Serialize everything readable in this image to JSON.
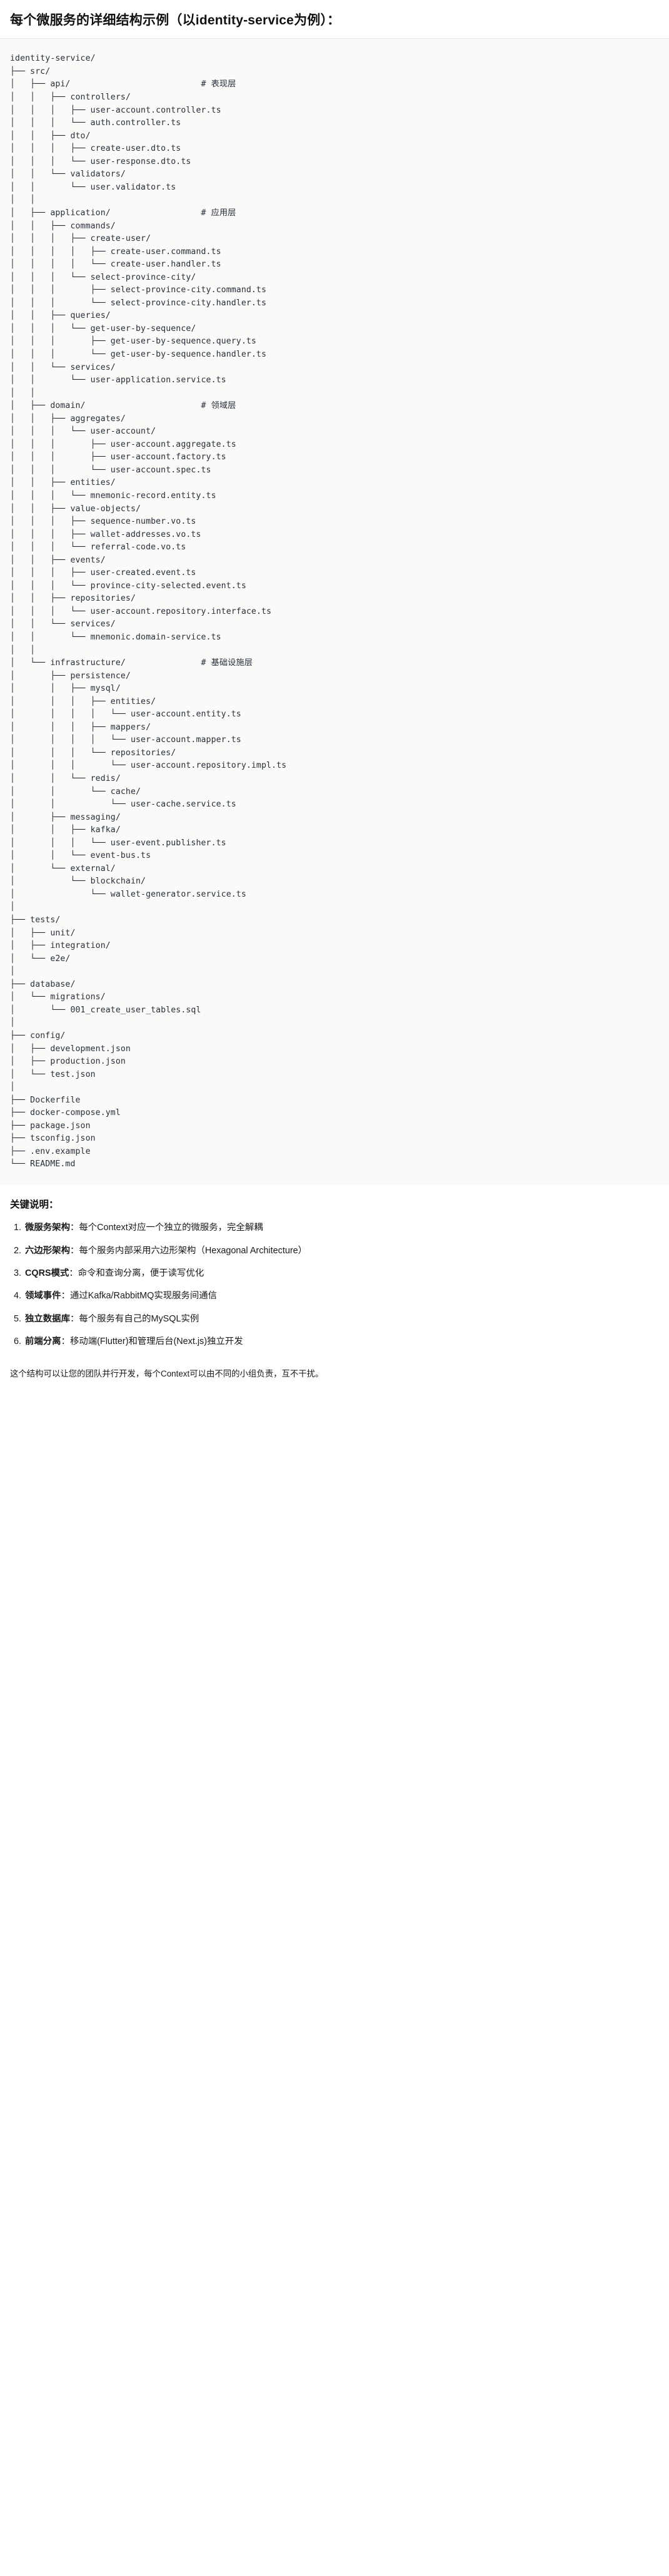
{
  "heading": {
    "text": "每个微服务的详细结构示例（以identity-service为例）："
  },
  "colors": {
    "code_background": "#fafaf8",
    "code_text": "#27303a",
    "page_background": "#ffffff",
    "divider": "#e3e3e0",
    "heading_text": "#111111"
  },
  "tree": {
    "root": "identity-service/",
    "lines": [
      "identity-service/",
      "├── src/",
      "│   ├── api/                          # 表现层",
      "│   │   ├── controllers/",
      "│   │   │   ├── user-account.controller.ts",
      "│   │   │   └── auth.controller.ts",
      "│   │   ├── dto/",
      "│   │   │   ├── create-user.dto.ts",
      "│   │   │   └── user-response.dto.ts",
      "│   │   └── validators/",
      "│   │       └── user.validator.ts",
      "│   │",
      "│   ├── application/                  # 应用层",
      "│   │   ├── commands/",
      "│   │   │   ├── create-user/",
      "│   │   │   │   ├── create-user.command.ts",
      "│   │   │   │   └── create-user.handler.ts",
      "│   │   │   └── select-province-city/",
      "│   │   │       ├── select-province-city.command.ts",
      "│   │   │       └── select-province-city.handler.ts",
      "│   │   ├── queries/",
      "│   │   │   └── get-user-by-sequence/",
      "│   │   │       ├── get-user-by-sequence.query.ts",
      "│   │   │       └── get-user-by-sequence.handler.ts",
      "│   │   └── services/",
      "│   │       └── user-application.service.ts",
      "│   │",
      "│   ├── domain/                       # 领域层",
      "│   │   ├── aggregates/",
      "│   │   │   └── user-account/",
      "│   │   │       ├── user-account.aggregate.ts",
      "│   │   │       ├── user-account.factory.ts",
      "│   │   │       └── user-account.spec.ts",
      "│   │   ├── entities/",
      "│   │   │   └── mnemonic-record.entity.ts",
      "│   │   ├── value-objects/",
      "│   │   │   ├── sequence-number.vo.ts",
      "│   │   │   ├── wallet-addresses.vo.ts",
      "│   │   │   └── referral-code.vo.ts",
      "│   │   ├── events/",
      "│   │   │   ├── user-created.event.ts",
      "│   │   │   └── province-city-selected.event.ts",
      "│   │   ├── repositories/",
      "│   │   │   └── user-account.repository.interface.ts",
      "│   │   └── services/",
      "│   │       └── mnemonic.domain-service.ts",
      "│   │",
      "│   └── infrastructure/               # 基础设施层",
      "│       ├── persistence/",
      "│       │   ├── mysql/",
      "│       │   │   ├── entities/",
      "│       │   │   │   └── user-account.entity.ts",
      "│       │   │   ├── mappers/",
      "│       │   │   │   └── user-account.mapper.ts",
      "│       │   │   └── repositories/",
      "│       │   │       └── user-account.repository.impl.ts",
      "│       │   └── redis/",
      "│       │       └── cache/",
      "│       │           └── user-cache.service.ts",
      "│       ├── messaging/",
      "│       │   ├── kafka/",
      "│       │   │   └── user-event.publisher.ts",
      "│       │   └── event-bus.ts",
      "│       └── external/",
      "│           └── blockchain/",
      "│               └── wallet-generator.service.ts",
      "│",
      "├── tests/",
      "│   ├── unit/",
      "│   ├── integration/",
      "│   └── e2e/",
      "│",
      "├── database/",
      "│   └── migrations/",
      "│       └── 001_create_user_tables.sql",
      "│",
      "├── config/",
      "│   ├── development.json",
      "│   ├── production.json",
      "│   └── test.json",
      "│",
      "├── Dockerfile",
      "├── docker-compose.yml",
      "├── package.json",
      "├── tsconfig.json",
      "├── .env.example",
      "└── README.md"
    ],
    "layer_comments": [
      "# 表现层",
      "# 应用层",
      "# 领域层",
      "# 基础设施层"
    ]
  },
  "notes": {
    "title": "关键说明：",
    "items": [
      {
        "lead": "微服务架构",
        "body": "：每个Context对应一个独立的微服务，完全解耦"
      },
      {
        "lead": "六边形架构",
        "body": "：每个服务内部采用六边形架构（Hexagonal Architecture）"
      },
      {
        "lead": "CQRS模式",
        "body": "：命令和查询分离，便于读写优化"
      },
      {
        "lead": "领域事件",
        "body": "：通过Kafka/RabbitMQ实现服务间通信"
      },
      {
        "lead": "独立数据库",
        "body": "：每个服务有自己的MySQL实例"
      },
      {
        "lead": "前端分离",
        "body": "：移动端(Flutter)和管理后台(Next.js)独立开发"
      }
    ],
    "closing": "这个结构可以让您的团队并行开发，每个Context可以由不同的小组负责，互不干扰。"
  }
}
